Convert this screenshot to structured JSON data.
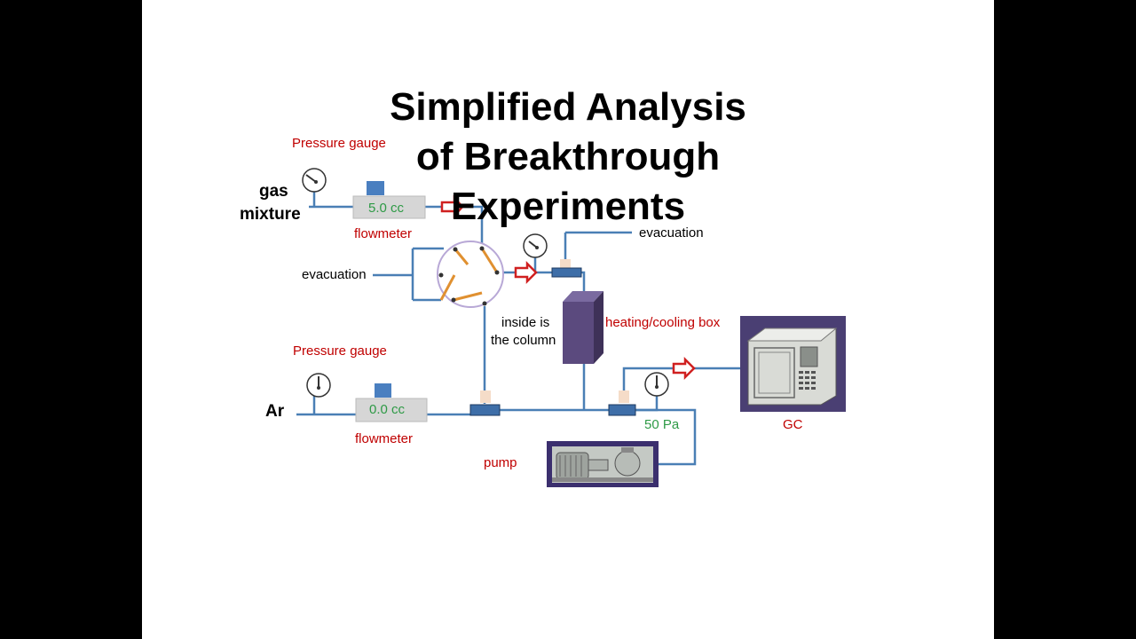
{
  "title": {
    "line1": "Simplified Analysis",
    "line2": "of Breakthrough",
    "line3": "Experiments"
  },
  "labels": {
    "pressure_gauge_top": "Pressure gauge",
    "gas_mixture_1": "gas",
    "gas_mixture_2": "mixture",
    "flowmeter_top_value": "5.0 cc",
    "flowmeter_top": "flowmeter",
    "evacuation_left": "evacuation",
    "evacuation_right": "evacuation",
    "inside_column_1": "inside is",
    "inside_column_2": "the column",
    "heating_cooling_box": "heating/cooling box",
    "pressure_gauge_bottom": "Pressure gauge",
    "ar": "Ar",
    "flowmeter_bottom_value": "0.0 cc",
    "flowmeter_bottom": "flowmeter",
    "pressure_reading": "50 Pa",
    "gc": "GC",
    "pump": "pump"
  },
  "colors": {
    "background": "#000000",
    "slide": "#ffffff",
    "pipe": "#4a7fb5",
    "label_red": "#c00000",
    "reading_green": "#2e9a46",
    "column_purple": "#5b4a7e",
    "valve_orange": "#e09030",
    "arrow_red": "#d02020"
  }
}
